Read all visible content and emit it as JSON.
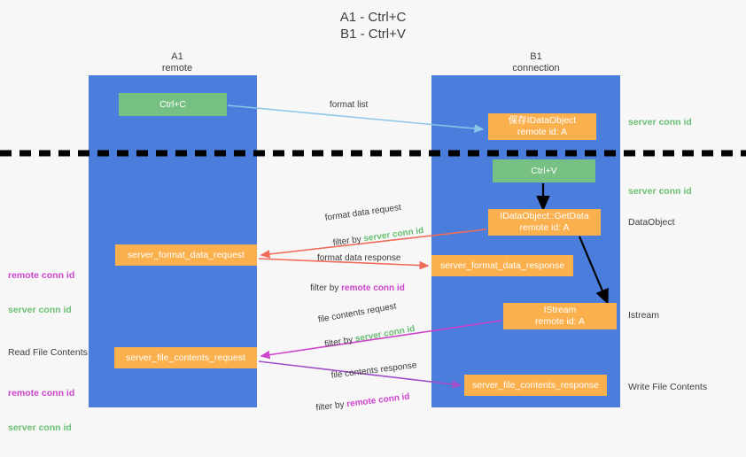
{
  "title": "A1 - Ctrl+C\nB1 - Ctrl+V",
  "columns": {
    "left": {
      "name": "A1",
      "role": "remote",
      "header": "A1\nremote"
    },
    "right": {
      "name": "B1",
      "role": "connection",
      "header": "B1\nconnection"
    }
  },
  "boxes": {
    "ctrl_c": {
      "label": "Ctrl+C",
      "color": "#76c083"
    },
    "data_object_store": {
      "line1": "保存IDataObject",
      "line2": "remote id: A",
      "color": "#fbb04e"
    },
    "ctrl_v": {
      "label": "Ctrl+V",
      "color": "#76c083"
    },
    "get_data": {
      "line1": "IDataObject::GetData",
      "line2": "remote id: A",
      "color": "#fbb04e"
    },
    "server_format_data_request": {
      "label": "server_format_data_request",
      "color": "#fbb04e"
    },
    "server_format_data_response": {
      "label": "server_format_data_response",
      "color": "#fbb04e"
    },
    "istream": {
      "line1": "IStream",
      "line2": "remote id: A",
      "color": "#fbb04e"
    },
    "server_file_contents_request": {
      "label": "server_file_contents_request",
      "color": "#fbb04e"
    },
    "server_file_contents_response": {
      "label": "server_file_contents_response",
      "color": "#fbb04e"
    }
  },
  "edges": {
    "format_list": {
      "label": "format list"
    },
    "format_data_request": {
      "line1": "format data request",
      "prefix": "filter by ",
      "highlight": "server conn id",
      "highlight_color": "#6abf72"
    },
    "format_data_response": {
      "line1": "format data response",
      "prefix": "filter by ",
      "highlight": "remote conn id",
      "highlight_color": "#cc44cc"
    },
    "file_contents_request": {
      "line1": "file contents request",
      "prefix": "filter by ",
      "highlight": "server conn id",
      "highlight_color": "#6abf72"
    },
    "file_contents_response": {
      "line1": "file contents response",
      "prefix": "filter by ",
      "highlight": "remote conn id",
      "highlight_color": "#cc44cc"
    }
  },
  "annotations": {
    "right": {
      "server_conn_id_top": "server conn id",
      "server_conn_id_mid": "server conn id",
      "data_object": "DataObject",
      "istream": "Istream",
      "write_file_contents": "Write File Contents"
    },
    "left": {
      "remote_conn_id_top": "remote conn id",
      "server_conn_id_top": "server conn id",
      "read_file_contents": "Read File Contents",
      "remote_conn_id_bottom": "remote conn id",
      "server_conn_id_bottom": "server conn id"
    }
  },
  "colors": {
    "lane": "#4a7ddc",
    "green_box": "#76c083",
    "orange_box": "#fbb04e",
    "green_text": "#6abf72",
    "purple_text": "#cc44cc",
    "arrow_blue": "#8ec6ea",
    "arrow_red": "#f06b5a",
    "arrow_magenta": "#cc44cc",
    "arrow_purple": "#a04fc8",
    "arrow_black": "#000000",
    "divider": "#000000",
    "background": "#f7f7f7"
  }
}
